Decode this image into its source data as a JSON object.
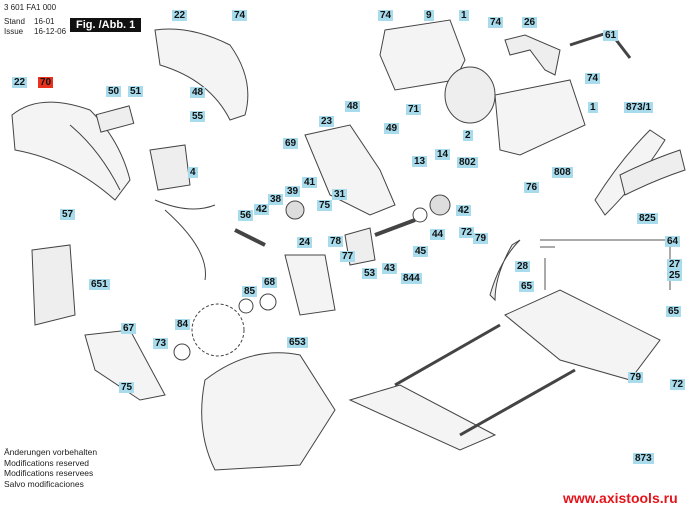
{
  "header": {
    "part_number": "3 601 FA1 000",
    "stand_label": "Stand",
    "issue_label": "Issue",
    "stand_value": "16-01",
    "issue_date": "16-12-06",
    "figure_label": "Fig. /Abb. 1"
  },
  "notes": [
    "Änderungen vorbehalten",
    "Modifications reserved",
    "Modifications reservees",
    "Salvo modificaciones"
  ],
  "website": "www.axistools.ru",
  "colors": {
    "label_bg": "#a8dced",
    "highlight_bg": "#e8321e",
    "url_color": "#e4141b"
  },
  "labels": [
    {
      "id": "22",
      "highlight": false
    },
    {
      "id": "70",
      "highlight": true
    },
    {
      "id": "22",
      "highlight": false
    },
    {
      "id": "74",
      "highlight": false
    },
    {
      "id": "50",
      "highlight": false
    },
    {
      "id": "51",
      "highlight": false
    },
    {
      "id": "48",
      "highlight": false
    },
    {
      "id": "55",
      "highlight": false
    },
    {
      "id": "4",
      "highlight": false
    },
    {
      "id": "57",
      "highlight": false
    },
    {
      "id": "74",
      "highlight": false
    },
    {
      "id": "9",
      "highlight": false
    },
    {
      "id": "1",
      "highlight": false
    },
    {
      "id": "74",
      "highlight": false
    },
    {
      "id": "26",
      "highlight": false
    },
    {
      "id": "61",
      "highlight": false
    },
    {
      "id": "74",
      "highlight": false
    },
    {
      "id": "1",
      "highlight": false
    },
    {
      "id": "873/1",
      "highlight": false
    },
    {
      "id": "48",
      "highlight": false
    },
    {
      "id": "71",
      "highlight": false
    },
    {
      "id": "49",
      "highlight": false
    },
    {
      "id": "2",
      "highlight": false
    },
    {
      "id": "14",
      "highlight": false
    },
    {
      "id": "13",
      "highlight": false
    },
    {
      "id": "802",
      "highlight": false
    },
    {
      "id": "808",
      "highlight": false
    },
    {
      "id": "76",
      "highlight": false
    },
    {
      "id": "23",
      "highlight": false
    },
    {
      "id": "69",
      "highlight": false
    },
    {
      "id": "41",
      "highlight": false
    },
    {
      "id": "39",
      "highlight": false
    },
    {
      "id": "38",
      "highlight": false
    },
    {
      "id": "42",
      "highlight": false
    },
    {
      "id": "31",
      "highlight": false
    },
    {
      "id": "75",
      "highlight": false
    },
    {
      "id": "56",
      "highlight": false
    },
    {
      "id": "42",
      "highlight": false
    },
    {
      "id": "44",
      "highlight": false
    },
    {
      "id": "45",
      "highlight": false
    },
    {
      "id": "43",
      "highlight": false
    },
    {
      "id": "53",
      "highlight": false
    },
    {
      "id": "844",
      "highlight": false
    },
    {
      "id": "24",
      "highlight": false
    },
    {
      "id": "78",
      "highlight": false
    },
    {
      "id": "77",
      "highlight": false
    },
    {
      "id": "68",
      "highlight": false
    },
    {
      "id": "85",
      "highlight": false
    },
    {
      "id": "72",
      "highlight": false
    },
    {
      "id": "79",
      "highlight": false
    },
    {
      "id": "825",
      "highlight": false
    },
    {
      "id": "64",
      "highlight": false
    },
    {
      "id": "28",
      "highlight": false
    },
    {
      "id": "27",
      "highlight": false
    },
    {
      "id": "25",
      "highlight": false
    },
    {
      "id": "65",
      "highlight": false
    },
    {
      "id": "65",
      "highlight": false
    },
    {
      "id": "79",
      "highlight": false
    },
    {
      "id": "72",
      "highlight": false
    },
    {
      "id": "651",
      "highlight": false
    },
    {
      "id": "67",
      "highlight": false
    },
    {
      "id": "84",
      "highlight": false
    },
    {
      "id": "73",
      "highlight": false
    },
    {
      "id": "75",
      "highlight": false
    },
    {
      "id": "653",
      "highlight": false
    },
    {
      "id": "873",
      "highlight": false
    }
  ]
}
